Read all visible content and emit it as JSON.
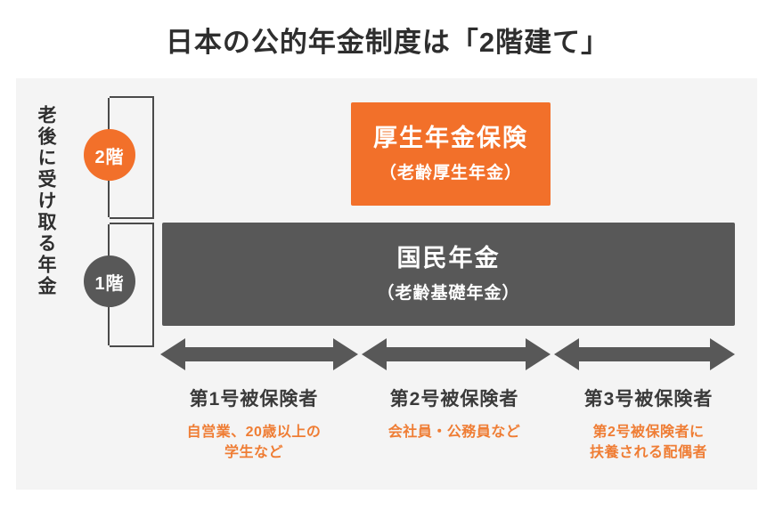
{
  "title": "日本の公的年金制度は「2階建て」",
  "panel": {
    "vertical_caption": "老後に受け取る年金"
  },
  "colors": {
    "accent_orange": "#f2702a",
    "dark_gray": "#585858",
    "panel_bg": "#f4f4f4",
    "bracket": "#4a4a4a",
    "desc_orange": "#ef7d34",
    "title_text": "#2e2e2e"
  },
  "tiers": [
    {
      "badge": "2階",
      "badge_color": "#f2702a",
      "box_main": "厚生年金保険",
      "box_sub": "（老齢厚生年金）",
      "box_color": "#f2702a"
    },
    {
      "badge": "1階",
      "badge_color": "#585858",
      "box_main": "国民年金",
      "box_sub": "（老齢基礎年金）",
      "box_color": "#585858"
    }
  ],
  "arrows": [
    {
      "name": "span-arrow-1"
    },
    {
      "name": "span-arrow-2"
    },
    {
      "name": "span-arrow-3"
    }
  ],
  "categories": [
    {
      "head": "第1号被保険者",
      "desc": "自営業、20歳以上の\n学生など"
    },
    {
      "head": "第2号被保険者",
      "desc": "会社員・公務員など"
    },
    {
      "head": "第3号被保険者",
      "desc": "第2号被保険者に\n扶養される配偶者"
    }
  ]
}
